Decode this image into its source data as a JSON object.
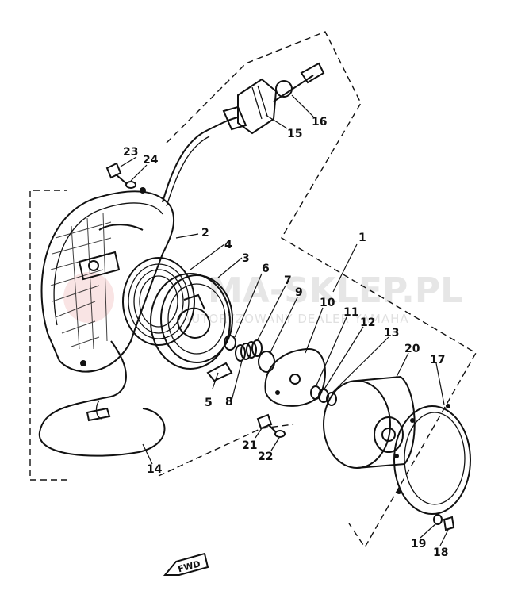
{
  "diagram": {
    "callouts": [
      {
        "id": "c1",
        "text": "1"
      },
      {
        "id": "c2",
        "text": "2"
      },
      {
        "id": "c3",
        "text": "3"
      },
      {
        "id": "c4",
        "text": "4"
      },
      {
        "id": "c5",
        "text": "5"
      },
      {
        "id": "c6",
        "text": "6"
      },
      {
        "id": "c7",
        "text": "7"
      },
      {
        "id": "c8",
        "text": "8"
      },
      {
        "id": "c9",
        "text": "9"
      },
      {
        "id": "c10",
        "text": "10"
      },
      {
        "id": "c11",
        "text": "11"
      },
      {
        "id": "c12",
        "text": "12"
      },
      {
        "id": "c13",
        "text": "13"
      },
      {
        "id": "c14",
        "text": "14"
      },
      {
        "id": "c15",
        "text": "15"
      },
      {
        "id": "c16",
        "text": "16"
      },
      {
        "id": "c17",
        "text": "17"
      },
      {
        "id": "c18",
        "text": "18"
      },
      {
        "id": "c19",
        "text": "19"
      },
      {
        "id": "c20",
        "text": "20"
      },
      {
        "id": "c21",
        "text": "21"
      },
      {
        "id": "c22",
        "text": "22"
      },
      {
        "id": "c23",
        "text": "23"
      },
      {
        "id": "c24",
        "text": "24"
      }
    ],
    "fwd_arrow_label": "FWD",
    "watermark": {
      "main": "MA-SKLEP.PL",
      "sub": "AUTORYZOWANY DEALER YAMAHA"
    }
  }
}
